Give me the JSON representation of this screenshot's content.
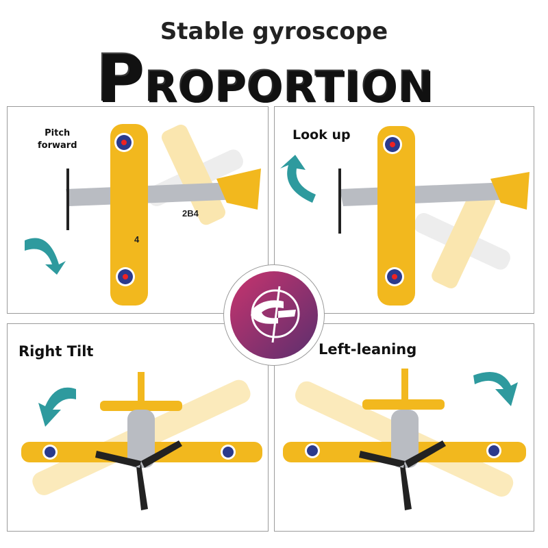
{
  "header": {
    "subtitle": "Stable gyroscope",
    "title_first": "P",
    "title_rest": "ROPORTION"
  },
  "panels": [
    {
      "label_line1": "Pitch",
      "label_line2": "forward"
    },
    {
      "label": "Look up"
    },
    {
      "label": "Right Tilt"
    },
    {
      "label": "Left-leaning"
    }
  ],
  "plane": {
    "tail_code": "2B4",
    "wing_number": "4"
  },
  "colors": {
    "wing": "#f2b81e",
    "fuselage": "#b9bcc2",
    "arrow": "#2e9a9e",
    "hub_start": "#c8346e",
    "hub_end": "#5b2f6e"
  },
  "icons": [
    "gyroscope-icon",
    "rotate-arrow-icon"
  ]
}
